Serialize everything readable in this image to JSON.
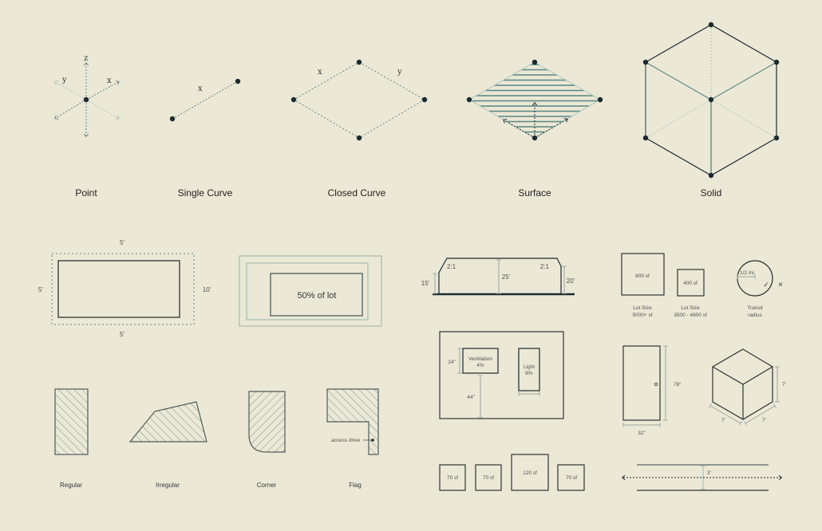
{
  "colors": {
    "background": "#ece8d6",
    "ink": "#1c2a30",
    "teal": "#5f8a86",
    "light_teal": "#a9c7bd",
    "dim_gray": "#9aa8a0"
  },
  "geometry_row": {
    "point": {
      "caption": "Point",
      "axis_z": "z",
      "axis_y": "y",
      "axis_x": "x"
    },
    "single_curve": {
      "caption": "Single Curve",
      "axis_x": "x"
    },
    "closed_curve": {
      "caption": "Closed Curve",
      "axis_x": "x",
      "axis_y": "y"
    },
    "surface": {
      "caption": "Surface"
    },
    "solid": {
      "caption": "Solid"
    }
  },
  "setback": {
    "top": "5'",
    "bottom": "5'",
    "left": "5'",
    "right": "10'"
  },
  "coverage": {
    "label": "50% of lot"
  },
  "height_profile": {
    "left_slope": "2:1",
    "right_slope": "2:1",
    "left_height": "15'",
    "center_height": "25'",
    "right_height": "20'"
  },
  "lot_sizes": {
    "large": {
      "area": "800 sf",
      "caption_line1": "Lot Size",
      "caption_line2": "5000+ sf"
    },
    "small": {
      "area": "400 sf",
      "caption_line1": "Lot Size",
      "caption_line2": "3500 - 4900 sf"
    },
    "transit": {
      "radius": "1/2 mi.",
      "caption_line1": "Transit",
      "caption_line2": "radius",
      "check": "✓",
      "cross": "×"
    }
  },
  "room": {
    "ventilation_line1": "Ventilation",
    "ventilation_line2": "4%",
    "light_line1": "Light",
    "light_line2": "8%",
    "window_height": "24\"",
    "sill_height": "44\""
  },
  "door": {
    "height": "78\"",
    "width": "32\""
  },
  "cube_dims": {
    "height": "7'",
    "left": "7'",
    "right": "7'"
  },
  "unit_areas": [
    "70 sf",
    "70 sf",
    "120 sf",
    "70 sf"
  ],
  "corridor": {
    "width": "3'"
  },
  "lot_types": {
    "regular": "Regular",
    "irregular": "Irregular",
    "corner": "Corner",
    "flag": "Flag",
    "access_drive": "access drive"
  }
}
